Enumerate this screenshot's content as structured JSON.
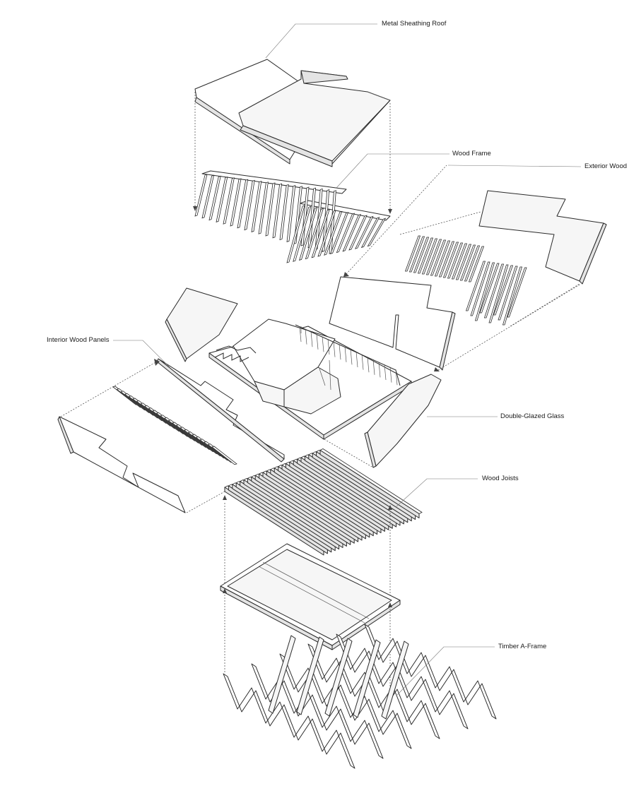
{
  "labels": {
    "metal_roof": "Metal Sheathing Roof",
    "wood_frame": "Wood Frame",
    "exterior_wood": "Exterior Wood",
    "interior_panels": "Interior Wood Panels",
    "glass": "Double-Glazed Glass",
    "joists": "Wood Joists",
    "a_frame": "Timber A-Frame"
  },
  "colors": {
    "line": "#2a2a2a",
    "leader": "#777777",
    "paper": "#ffffff"
  }
}
